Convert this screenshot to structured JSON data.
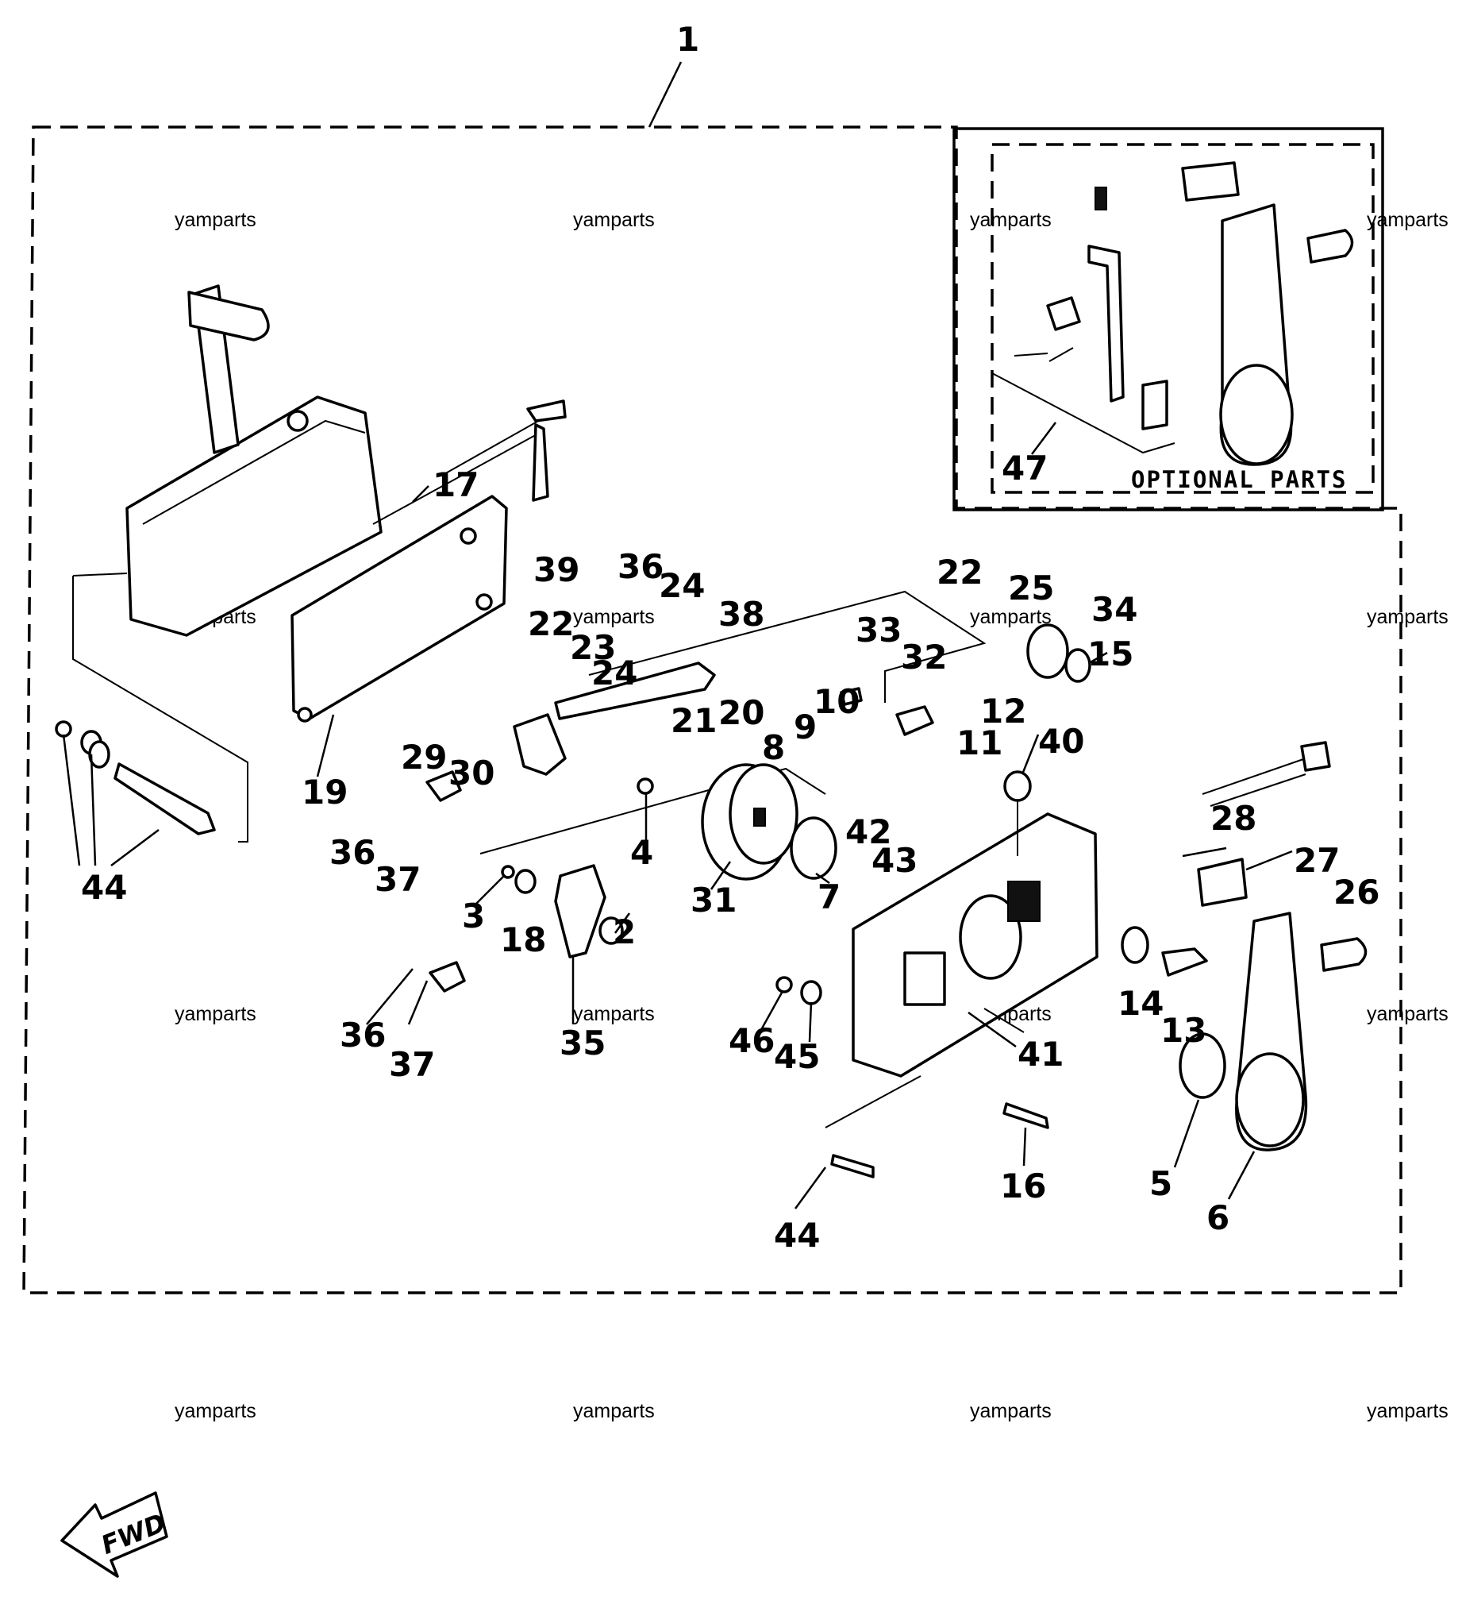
{
  "diagram": {
    "assembly_number": "1",
    "optional_box": {
      "label": "OPTIONAL PARTS",
      "part_number": "47"
    },
    "callouts": [
      "2",
      "3",
      "4",
      "5",
      "6",
      "7",
      "8",
      "9",
      "10",
      "11",
      "12",
      "13",
      "14",
      "15",
      "16",
      "17",
      "18",
      "19",
      "20",
      "21",
      "22",
      "22",
      "23",
      "24",
      "24",
      "25",
      "26",
      "27",
      "28",
      "29",
      "30",
      "31",
      "32",
      "33",
      "34",
      "35",
      "36",
      "36",
      "36",
      "37",
      "37",
      "38",
      "39",
      "40",
      "41",
      "42",
      "43",
      "44",
      "44",
      "45",
      "46"
    ],
    "watermark": "yamparts",
    "direction_label": "FWD"
  }
}
